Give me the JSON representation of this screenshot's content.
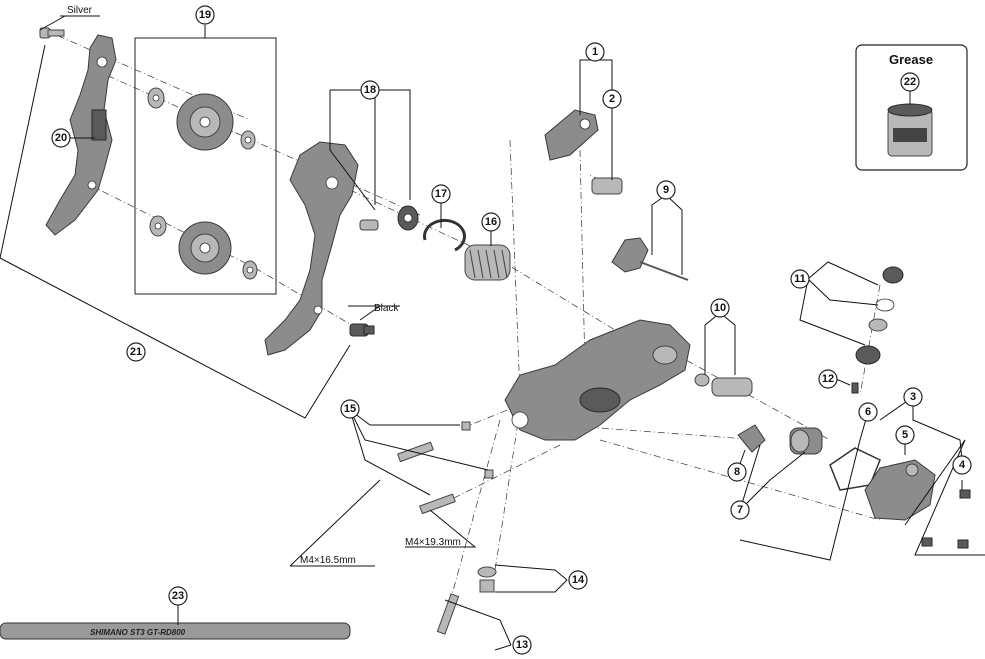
{
  "callouts": [
    "1",
    "2",
    "3",
    "4",
    "5",
    "6",
    "7",
    "8",
    "9",
    "10",
    "11",
    "12",
    "13",
    "14",
    "15",
    "16",
    "17",
    "18",
    "19",
    "20",
    "21",
    "22",
    "23"
  ],
  "labels": {
    "silver": "Silver",
    "black": "Black",
    "grease": "Grease",
    "screw_a": "M4×16.5mm",
    "screw_b": "M4×19.3mm",
    "cable_print": "SHIMANO  ST3  GT-RD800"
  }
}
